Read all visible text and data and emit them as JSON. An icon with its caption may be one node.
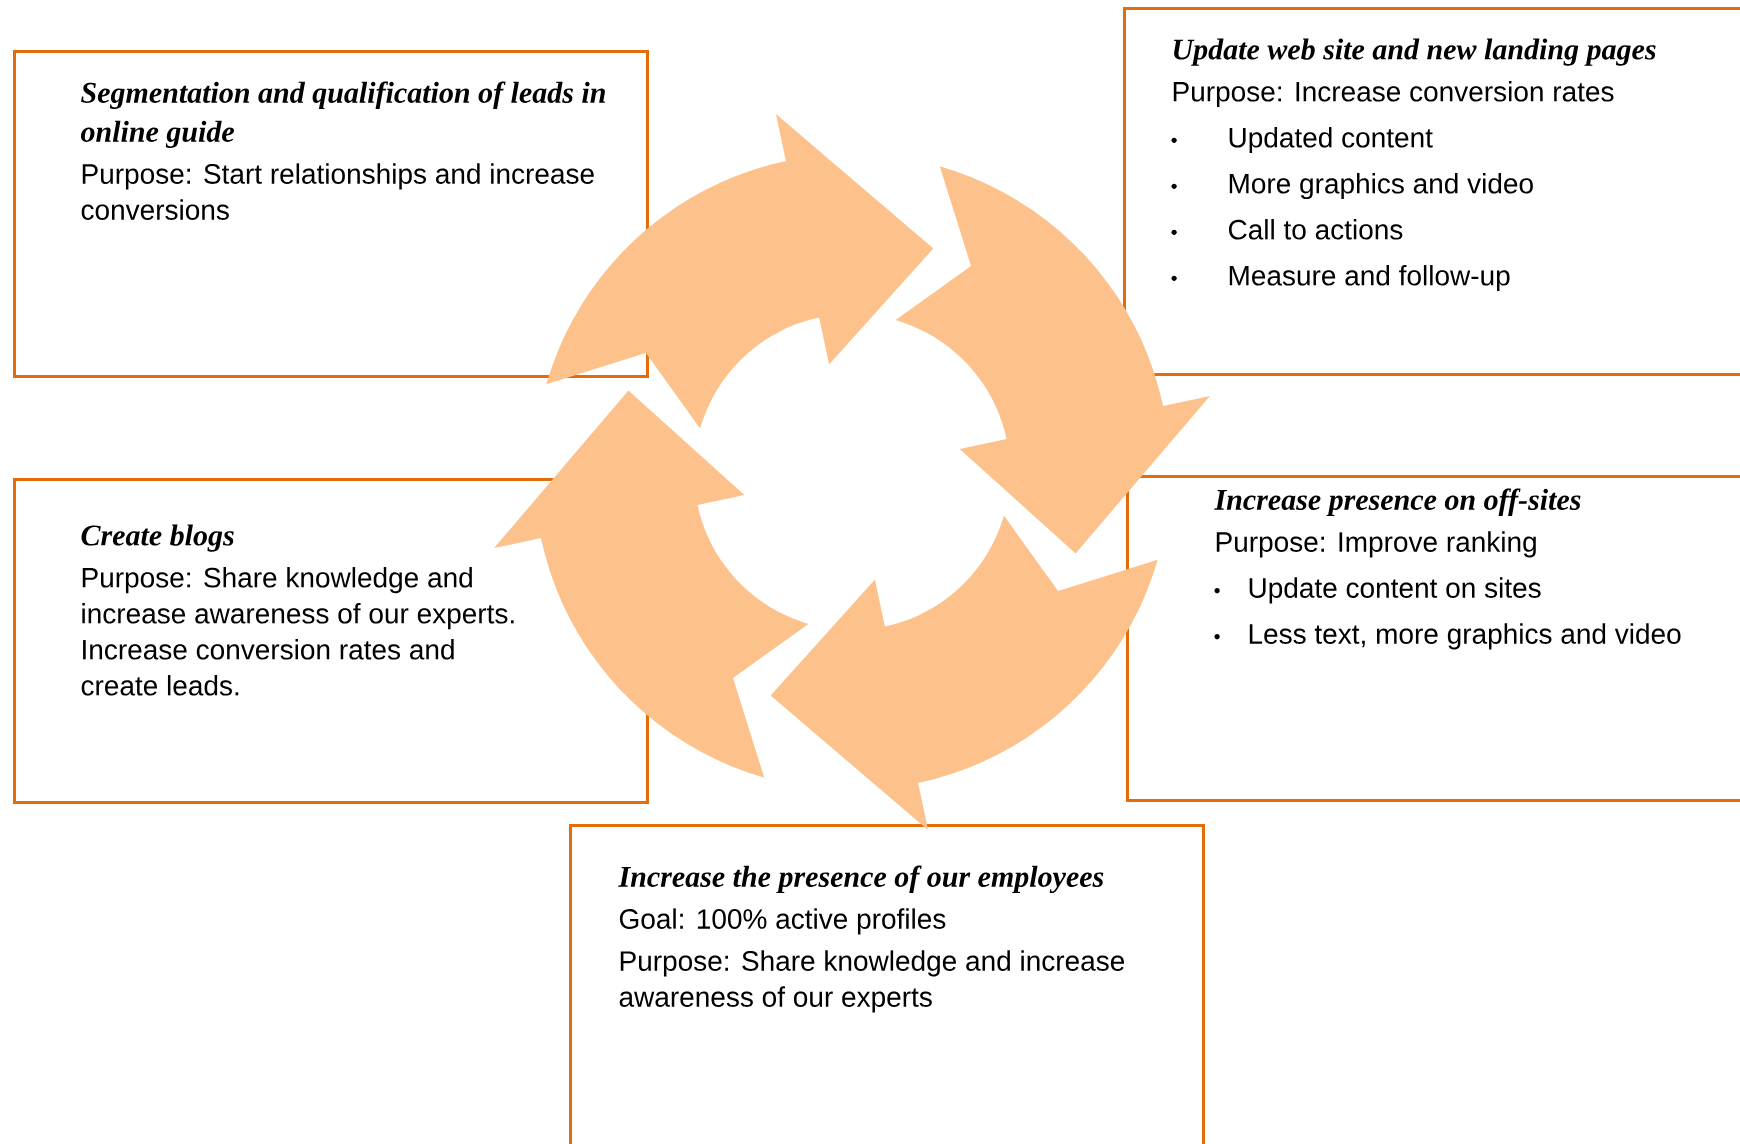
{
  "diagram": {
    "nodes": [
      {
        "text": [
          "Segmentation and qualification of leads in online guide",
          "Purpose: Start relationships and increase conversions"
        ]
      },
      {
        "text": [
          "Update web site and new landing pages",
          "Purpose: Increase conversion rates",
          "Updated content",
          "More graphics and video",
          "Call to actions",
          "Measure and follow-up"
        ]
      },
      {
        "text": [
          "Create blogs",
          "Purpose: Share knowledge and increase awareness of our experts. Increase conversion rates and create leads."
        ]
      },
      {
        "text": [
          "Increase presence on off-sites",
          "Purpose: Improve ranking",
          "Update content on sites",
          "Less text, more graphics and video"
        ]
      },
      {
        "text": [
          "Increase the presence of our employees",
          "Goal: 100% active profiles",
          "Purpose: Share knowledge and increase awareness of our experts"
        ]
      }
    ]
  }
}
